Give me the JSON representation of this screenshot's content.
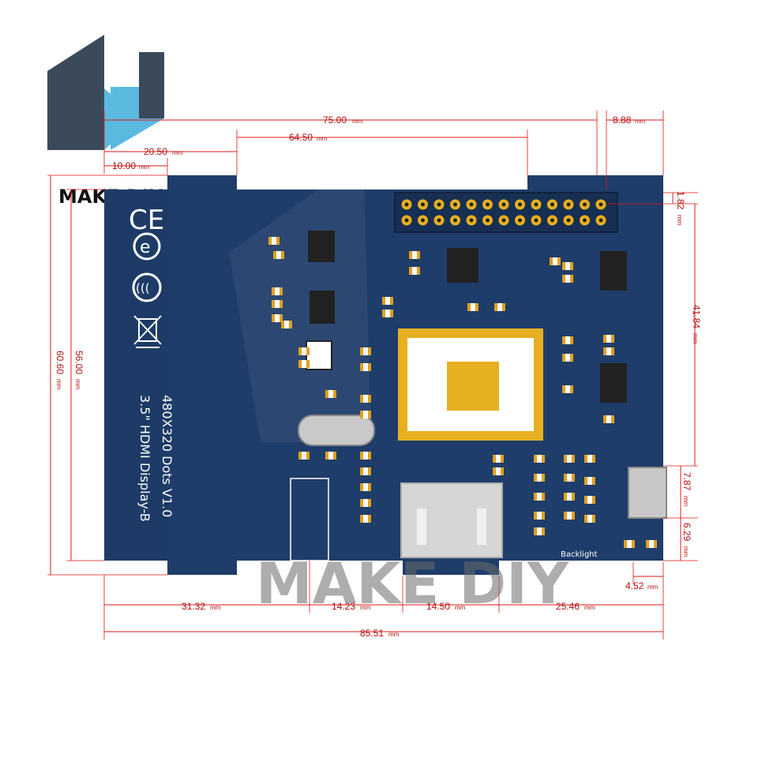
{
  "brand": {
    "name": "MAKE DIY",
    "colors": {
      "dark": "#3b4a5a",
      "light": "#5bb9e0"
    }
  },
  "board": {
    "silkscreen": {
      "line1": "3.5\" HDMI Display-B",
      "line2": "480X320 Dots V1.0",
      "backlight": "Backlight"
    },
    "colors": {
      "pcb": "#1f3d6a",
      "pad": "#e0a020",
      "chip": "#2a2a2a"
    },
    "icons": [
      "ce-mark-icon",
      "e-mark-icon",
      "ccc-mark-icon",
      "weee-bin-icon"
    ]
  },
  "dimensions": {
    "top": [
      {
        "key": "w75",
        "label": "75.00",
        "unit": "mm"
      },
      {
        "key": "w64",
        "label": "64.50",
        "unit": "mm"
      },
      {
        "key": "w20",
        "label": "20.50",
        "unit": "mm"
      },
      {
        "key": "w10",
        "label": "10.00",
        "unit": "mm"
      },
      {
        "key": "w888",
        "label": "8.88",
        "unit": "mm"
      }
    ],
    "right": [
      {
        "key": "h182",
        "label": "1.82",
        "unit": "mm"
      },
      {
        "key": "h4184",
        "label": "41.84",
        "unit": "mm"
      },
      {
        "key": "h787",
        "label": "7.87",
        "unit": "mm"
      },
      {
        "key": "h629",
        "label": "6.29",
        "unit": "mm"
      },
      {
        "key": "w452",
        "label": "4.52",
        "unit": "mm"
      }
    ],
    "left": [
      {
        "key": "h6060",
        "label": "60.60",
        "unit": "mm"
      },
      {
        "key": "h5600",
        "label": "56.00",
        "unit": "mm"
      }
    ],
    "bottom": [
      {
        "key": "w3132",
        "label": "31.32",
        "unit": "mm"
      },
      {
        "key": "w1423",
        "label": "14.23",
        "unit": "mm"
      },
      {
        "key": "w1450",
        "label": "14.50",
        "unit": "mm"
      },
      {
        "key": "w2546",
        "label": "25.46",
        "unit": "mm"
      },
      {
        "key": "w8551",
        "label": "85.51",
        "unit": "mm"
      }
    ]
  }
}
